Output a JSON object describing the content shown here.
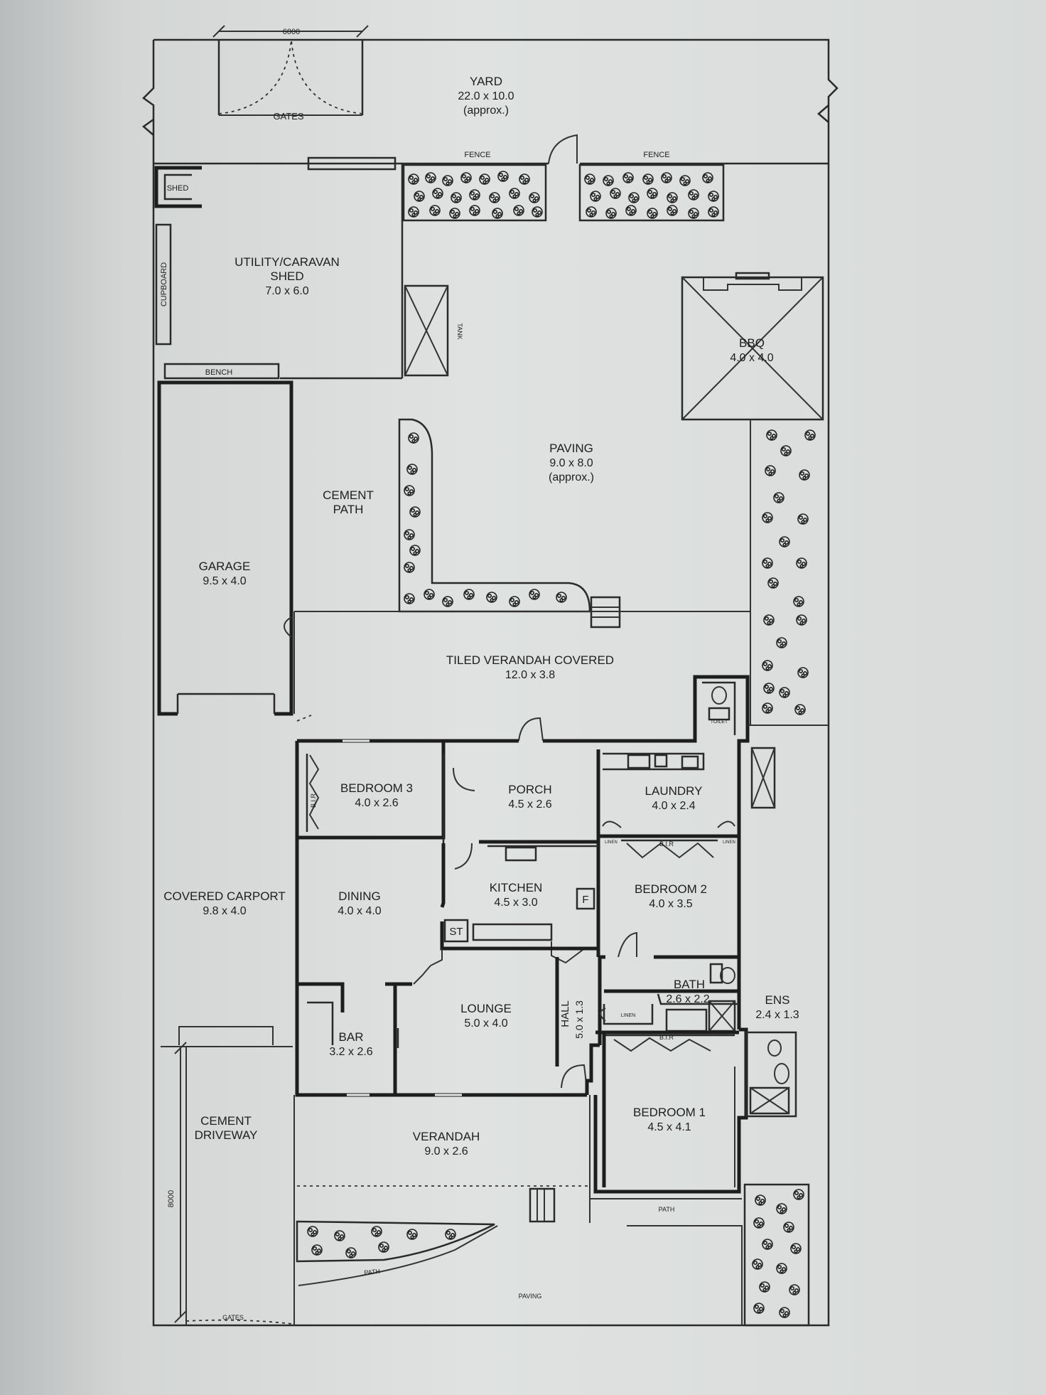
{
  "rooms": {
    "yard": {
      "name": "YARD",
      "dims": "22.0 x 10.0",
      "note": "(approx.)"
    },
    "gates_top": "GATES",
    "gate_width": "6000",
    "fence": "FENCE",
    "shed": "SHED",
    "cupboard": "CUPBOARD",
    "utility": {
      "name": "UTILITY/CARAVAN",
      "name2": "SHED",
      "dims": "7.0 x 6.0"
    },
    "tank": "TANK",
    "bbq": {
      "name": "BBQ",
      "dims": "4.0 x 4.0"
    },
    "bench": "BENCH",
    "paving_main": {
      "name": "PAVING",
      "dims": "9.0 x 8.0",
      "note": "(approx.)"
    },
    "cement_path": {
      "line1": "CEMENT",
      "line2": "PATH"
    },
    "garage": {
      "name": "GARAGE",
      "dims": "9.5 x 4.0"
    },
    "tiled_verandah": {
      "name": "TILED VERANDAH COVERED",
      "dims": "12.0 x 3.8"
    },
    "toilet": "TOILET",
    "bedroom3": {
      "name": "BEDROOM 3",
      "dims": "4.0 x 2.6"
    },
    "bir": "B.I.R",
    "porch": {
      "name": "PORCH",
      "dims": "4.5 x 2.6"
    },
    "laundry": {
      "name": "LAUNDRY",
      "dims": "4.0 x 2.4"
    },
    "linen": "LINEN",
    "covered_carport": {
      "name": "COVERED CARPORT",
      "dims": "9.8 x 4.0"
    },
    "dining": {
      "name": "DINING",
      "dims": "4.0 x 4.0"
    },
    "kitchen": {
      "name": "KITCHEN",
      "dims": "4.5 x 3.0"
    },
    "fridge": "F",
    "stove": "ST",
    "bedroom2": {
      "name": "BEDROOM 2",
      "dims": "4.0 x 3.5"
    },
    "bath": {
      "name": "BATH",
      "dims": "2.6 x 2.2"
    },
    "ens": {
      "name": "ENS",
      "dims": "2.4 x 1.3"
    },
    "lounge": {
      "name": "LOUNGE",
      "dims": "5.0 x 4.0"
    },
    "hall": {
      "name": "HALL",
      "dims": "5.0 x 1.3"
    },
    "bar": {
      "name": "BAR",
      "dims": "3.2 x 2.6"
    },
    "bedroom1": {
      "name": "BEDROOM 1",
      "dims": "4.5 x 4.1"
    },
    "cement_driveway": {
      "line1": "CEMENT",
      "line2": "DRIVEWAY"
    },
    "verandah": {
      "name": "VERANDAH",
      "dims": "9.0 x 2.6"
    },
    "driveway_width": "8000",
    "path": "PATH",
    "paving": "PAVING",
    "gates_bottom": "GATES"
  }
}
